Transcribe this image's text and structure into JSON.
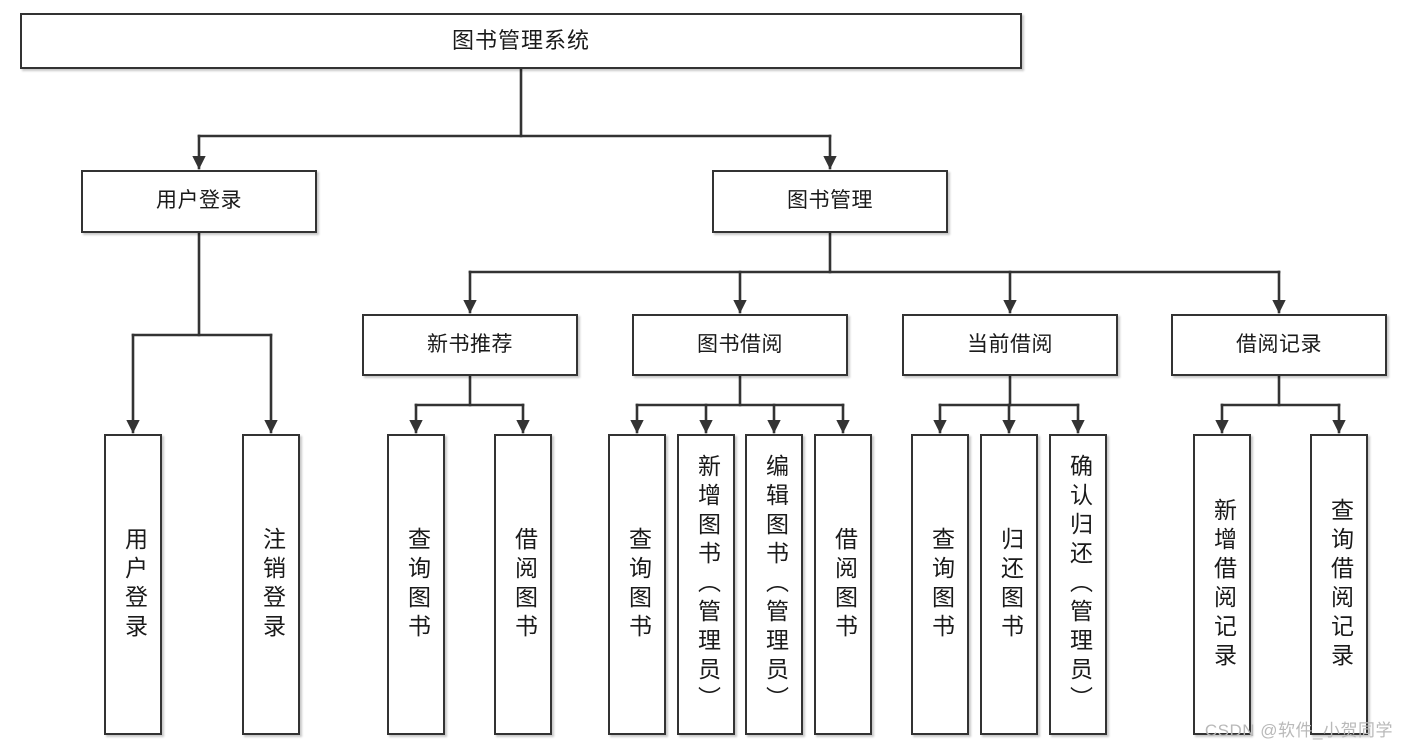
{
  "diagram": {
    "title": "图书管理系统",
    "type": "tree-functional-structure",
    "watermark": "CSDN @软件_小贺同学",
    "colors": {
      "node_border": "#333333",
      "node_fill": "#ffffff",
      "edge": "#333333",
      "text": "#1a1a1a",
      "watermark": "#b9b9b9",
      "background": "#ffffff"
    },
    "levels": {
      "level1_label": "图书管理系统",
      "level2_labels": [
        "用户登录",
        "图书管理"
      ],
      "level3_labels": [
        "新书推荐",
        "图书借阅",
        "当前借阅",
        "借阅记录"
      ]
    },
    "nodes": {
      "root": {
        "label": "图书管理系统"
      },
      "user_login": {
        "label": "用户登录"
      },
      "book_manage": {
        "label": "图书管理"
      },
      "new_book_rec": {
        "label": "新书推荐"
      },
      "book_borrow": {
        "label": "图书借阅"
      },
      "current_borrow": {
        "label": "当前借阅"
      },
      "borrow_record": {
        "label": "借阅记录"
      },
      "leaf_user_login": {
        "label": "用户登录"
      },
      "leaf_user_logout": {
        "label": "注销登录"
      },
      "leaf_query_book_1": {
        "label": "查询图书"
      },
      "leaf_borrow_book_1": {
        "label": "借阅图书"
      },
      "leaf_query_book_2": {
        "label": "查询图书"
      },
      "leaf_add_book": {
        "label": "新增图书（管理员）"
      },
      "leaf_edit_book": {
        "label": "编辑图书（管理员）"
      },
      "leaf_borrow_book_2": {
        "label": "借阅图书"
      },
      "leaf_query_book_3": {
        "label": "查询图书"
      },
      "leaf_return_book": {
        "label": "归还图书"
      },
      "leaf_confirm_return": {
        "label": "确认归还（管理员）"
      },
      "leaf_add_record": {
        "label": "新增借阅记录"
      },
      "leaf_query_record": {
        "label": "查询借阅记录"
      }
    },
    "edges": [
      {
        "from": "图书管理系统",
        "to": "用户登录"
      },
      {
        "from": "图书管理系统",
        "to": "图书管理"
      },
      {
        "from": "图书管理",
        "to": "新书推荐"
      },
      {
        "from": "图书管理",
        "to": "图书借阅"
      },
      {
        "from": "图书管理",
        "to": "当前借阅"
      },
      {
        "from": "图书管理",
        "to": "借阅记录"
      },
      {
        "from": "用户登录",
        "to": "用户登录"
      },
      {
        "from": "用户登录",
        "to": "注销登录"
      },
      {
        "from": "新书推荐",
        "to": "查询图书"
      },
      {
        "from": "新书推荐",
        "to": "借阅图书"
      },
      {
        "from": "图书借阅",
        "to": "查询图书"
      },
      {
        "from": "图书借阅",
        "to": "新增图书（管理员）"
      },
      {
        "from": "图书借阅",
        "to": "编辑图书（管理员）"
      },
      {
        "from": "图书借阅",
        "to": "借阅图书"
      },
      {
        "from": "当前借阅",
        "to": "查询图书"
      },
      {
        "from": "当前借阅",
        "to": "归还图书"
      },
      {
        "from": "当前借阅",
        "to": "确认归还（管理员）"
      },
      {
        "from": "借阅记录",
        "to": "新增借阅记录"
      },
      {
        "from": "借阅记录",
        "to": "查询借阅记录"
      }
    ]
  }
}
